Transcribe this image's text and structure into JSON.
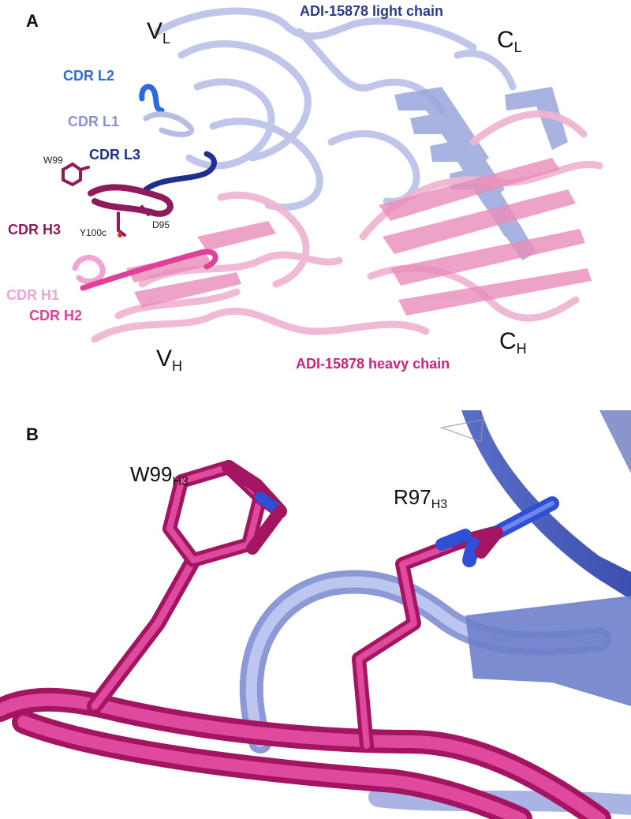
{
  "panel_a": {
    "letter": "A",
    "light_chain_label": "ADI-15878 light chain",
    "heavy_chain_label": "ADI-15878 heavy chain",
    "vl": {
      "main": "V",
      "sub": "L"
    },
    "cl": {
      "main": "C",
      "sub": "L"
    },
    "vh": {
      "main": "V",
      "sub": "H"
    },
    "ch": {
      "main": "C",
      "sub": "H"
    },
    "cdrs": {
      "l2": "CDR L2",
      "l1": "CDR L1",
      "l3": "CDR L3",
      "h3": "CDR H3",
      "h1": "CDR H1",
      "h2": "CDR H2"
    },
    "residues": {
      "w99": "W99",
      "y100c": "Y100c",
      "d95": "D95"
    }
  },
  "panel_b": {
    "letter": "B",
    "w99": {
      "main": "W99",
      "sub": "H3"
    },
    "r97": {
      "main": "R97",
      "sub": "H3"
    }
  },
  "colors": {
    "light_chain": "#2b3a8f",
    "light_chain_faded": "#b9c1e6",
    "heavy_chain": "#d0217f",
    "heavy_chain_faded": "#efb3d0",
    "cdr_l1": "#8c93cf",
    "cdr_l2": "#2f69e0",
    "cdr_l3": "#1f2f8e",
    "cdr_h1": "#f2a2d3",
    "cdr_h2": "#e0409a",
    "cdr_h3": "#8e1c5c",
    "nitrogen": "#2f4fd4",
    "oxygen": "#e0331f"
  }
}
